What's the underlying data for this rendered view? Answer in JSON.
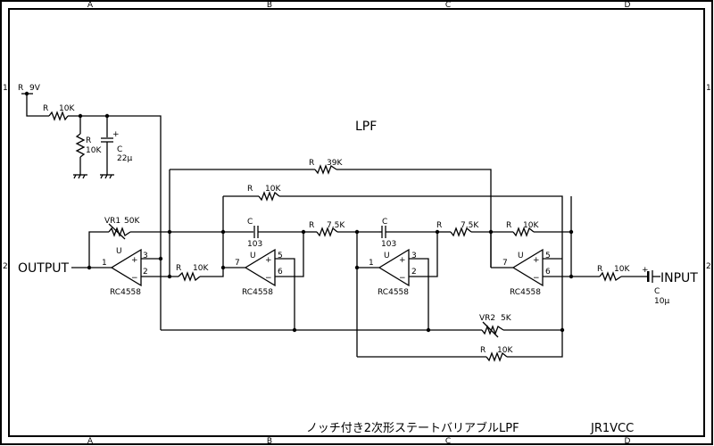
{
  "sheet": {
    "title": "ノッチ付き2次形ステートバリアブルLPF",
    "author": "JR1VCC",
    "section_label": "LPF",
    "columns": [
      "A",
      "B",
      "C",
      "D"
    ],
    "rows": [
      "1",
      "2"
    ]
  },
  "ports": {
    "output": "OUTPUT",
    "input": "INPUT"
  },
  "supply": {
    "ref": "R",
    "value": "9V"
  },
  "components": {
    "r_bias_top": {
      "ref": "R",
      "value": "10K"
    },
    "r_bias_bot": {
      "ref": "R",
      "value": "10K"
    },
    "c_bias": {
      "ref": "C",
      "value": "22μ"
    },
    "vr1": {
      "ref": "VR1",
      "value": "50K"
    },
    "r_in1": {
      "ref": "R",
      "value": "10K"
    },
    "r_39k": {
      "ref": "R",
      "value": "39K"
    },
    "r_fb10k": {
      "ref": "R",
      "value": "10K"
    },
    "c1": {
      "ref": "C",
      "value": "103"
    },
    "r_75a": {
      "ref": "R",
      "value": "7.5K"
    },
    "c2": {
      "ref": "C",
      "value": "103"
    },
    "r_75b": {
      "ref": "R",
      "value": "7.5K"
    },
    "r_fb2": {
      "ref": "R",
      "value": "10K"
    },
    "r_in": {
      "ref": "R",
      "value": "10K"
    },
    "c_in": {
      "ref": "C",
      "value": "10μ"
    },
    "vr2": {
      "ref": "VR2",
      "value": "5K"
    },
    "r_bottom": {
      "ref": "R",
      "value": "10K"
    }
  },
  "opamps": [
    {
      "ref": "U",
      "part": "RC4558",
      "out_pin": "1",
      "plus_pin": "3",
      "minus_pin": "2"
    },
    {
      "ref": "U",
      "part": "RC4558",
      "out_pin": "7",
      "plus_pin": "5",
      "minus_pin": "6"
    },
    {
      "ref": "U",
      "part": "RC4558",
      "out_pin": "1",
      "plus_pin": "3",
      "minus_pin": "2"
    },
    {
      "ref": "U",
      "part": "RC4558",
      "out_pin": "7",
      "plus_pin": "5",
      "minus_pin": "6"
    }
  ]
}
